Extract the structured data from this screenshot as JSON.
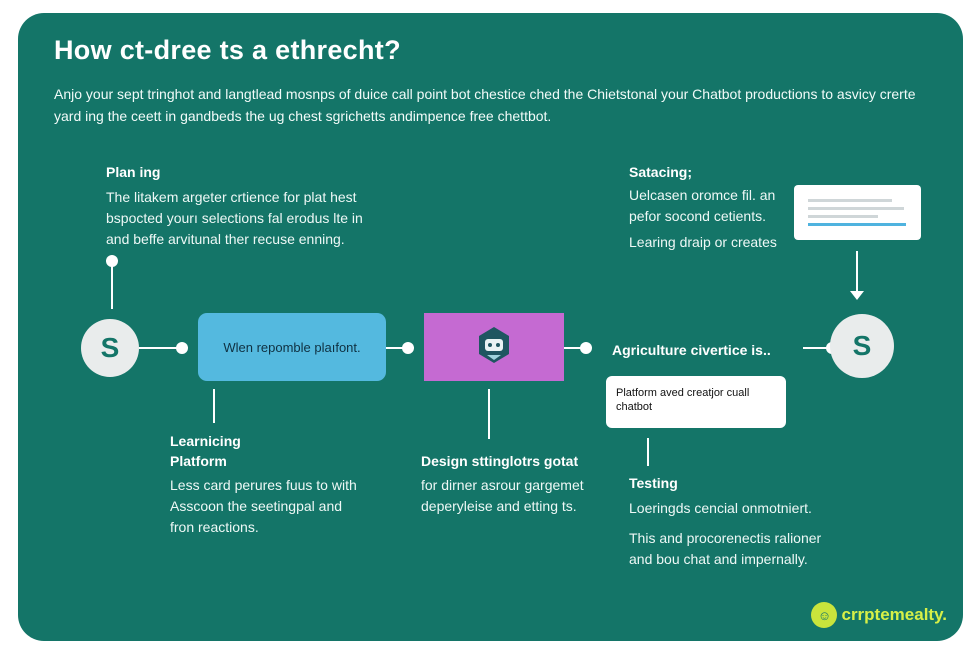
{
  "title": "How ct-dree ts a ethrecht?",
  "intro": "Anjo your sept tringhot and langtlead mosnps of duice call point bot chestice ched the Chietstonal your Chatbot productions to asvicy crerte yard ing the ceett in gandbeds the ug chest sgrichetts andimpence free chettbot.",
  "left_node": {
    "letter": "S"
  },
  "right_node": {
    "letter": "S"
  },
  "planning": {
    "heading": "Plan ing",
    "lines": [
      "The litakem argeter crtience for plat hest",
      "bspocted yourı selections fal erodus lte in",
      "and beffe arvitunal ther recuse enning."
    ]
  },
  "blue_box": {
    "label": "Wlen repomble plaıfont."
  },
  "learning": {
    "heading_1": "Learnicing",
    "heading_2": "Platform",
    "lines": [
      "Less card perures fuus to with",
      "Asscoon the seetingpal and",
      "fron reactions."
    ]
  },
  "design": {
    "heading": "Design sttinglotrs gotat",
    "lines": [
      "for dirner asrour gargemet",
      "deperyleise and etting ts."
    ]
  },
  "agri_label": "Agriculture civertice is..",
  "white_card": {
    "line_1": "Platform aved creatjor cuall",
    "line_2": "chatbot"
  },
  "satacing": {
    "heading": "Satacing;",
    "lines": [
      "Uelcasen oromce fil. an",
      "pefor socond cetients."
    ],
    "extra": "Learing draip or creates"
  },
  "testing": {
    "heading": "Testing",
    "line_1": "Loeringds cencial onmotniert.",
    "lines": [
      "This and procorenectis ralioner",
      "and bou chat and impernally."
    ]
  },
  "logo": {
    "text": "crrptemealty."
  },
  "colors": {
    "panel": "#147568",
    "blue_box": "#54b9df",
    "purple_box": "#c56ad2",
    "logo": "#d7f047"
  },
  "icons": {
    "center_box": "robot-icon",
    "logo": "logo-icon",
    "top_right": "browser-window-icon"
  }
}
